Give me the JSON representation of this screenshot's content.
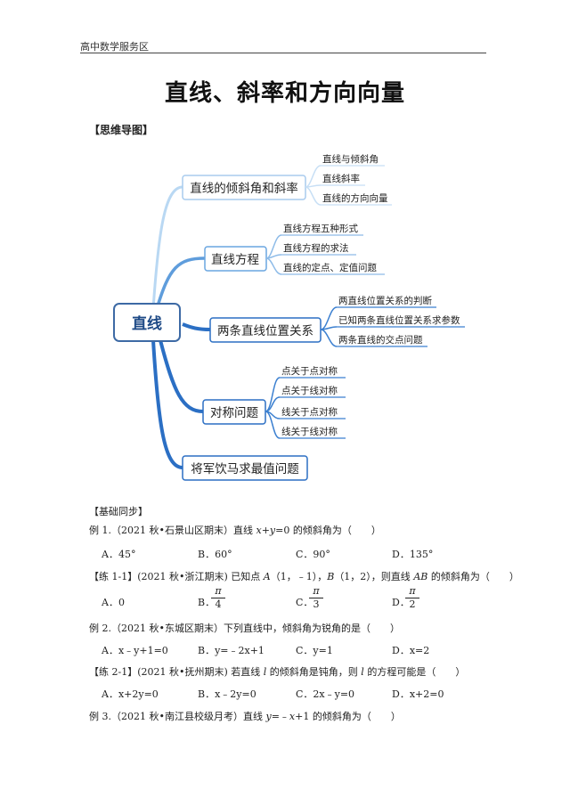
{
  "header": {
    "text": "高中数学服务区"
  },
  "title": "直线、斜率和方向向量",
  "section_mindmap": "【思维导图】",
  "mindmap": {
    "root": "直线",
    "branches": [
      {
        "label": "直线的倾斜角和斜率",
        "children": [
          "直线与倾斜角",
          "直线斜率",
          "直线的方向向量"
        ]
      },
      {
        "label": "直线方程",
        "children": [
          "直线方程五种形式",
          "直线方程的求法",
          "直线的定点、定值问题"
        ]
      },
      {
        "label": "两条直线位置关系",
        "children": [
          "两直线位置关系的判断",
          "已知两条直线位置关系求参数",
          "两条直线的交点问题"
        ]
      },
      {
        "label": "对称问题",
        "children": [
          "点关于点对称",
          "点关于线对称",
          "线关于点对称",
          "线关于线对称"
        ]
      },
      {
        "label": "将军饮马求最值问题",
        "children": []
      }
    ]
  },
  "section_basic": "【基础同步】",
  "questions": [
    {
      "stem": [
        "例 1.（2021 秋•石景山区期末）直线 ",
        "x",
        "+",
        "y",
        "=0 的倾斜角为（　　）"
      ],
      "options": [
        "A．45°",
        "B．60°",
        "C．90°",
        "D．135°"
      ]
    },
    {
      "stem": [
        "【练 1-1】(2021 秋•浙江期末) 已知点 ",
        "A",
        "（1，﹣1），",
        "B",
        "（1，2），则直线 ",
        "AB",
        " 的倾斜角为（　　）"
      ],
      "options": [
        "A．0",
        "B．",
        "C．",
        "D．"
      ],
      "fractions": [
        {
          "num": "π",
          "den": "4"
        },
        {
          "num": "π",
          "den": "3"
        },
        {
          "num": "π",
          "den": "2"
        }
      ]
    },
    {
      "stem": [
        "例 2.（2021 秋•东城区期末）下列直线中，倾斜角为锐角的是（　　）"
      ],
      "options": [
        "A．x﹣y+1=0",
        "B．y=﹣2x+1",
        "C．y=1",
        "D．x=2"
      ]
    },
    {
      "stem": [
        "【练 2-1】(2021 秋•抚州期末) 若直线 ",
        "l",
        " 的倾斜角是钝角，则 ",
        "l",
        " 的方程可能是（　　）"
      ],
      "options": [
        "A．x+2y=0",
        "B．x﹣2y=0",
        "C．2x﹣y=0",
        "D．x+2=0"
      ]
    },
    {
      "stem": [
        "例 3.（2021 秋•南江县校级月考）直线 ",
        "y",
        "=﹣",
        "x",
        "+1 的倾斜角为（　　）"
      ],
      "options": []
    }
  ],
  "colors": {
    "root_border": "#3d6aa5",
    "root_text": "#1e4a86",
    "branch_line": "#2b6fc4",
    "light_line": "#a9cdee",
    "text": "#222222"
  }
}
